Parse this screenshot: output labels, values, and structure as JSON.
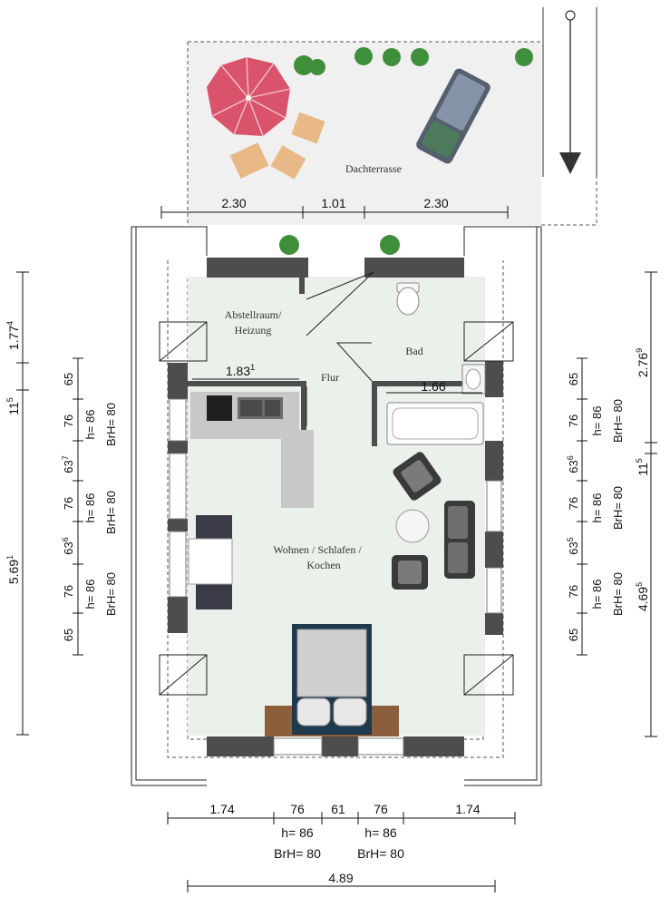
{
  "rooms": {
    "terrace": "Dachterrasse",
    "storage_line1": "Abstellraum/",
    "storage_line2": "Heizung",
    "hall": "Flur",
    "bath": "Bad",
    "living_line1": "Wohnen / Schlafen /",
    "living_line2": "Kochen"
  },
  "dimensions": {
    "terrace_left": "2.30",
    "terrace_mid": "1.01",
    "terrace_right": "2.30",
    "storage_width": "1.83",
    "storage_width_sup": "1",
    "bath_width": "1.66",
    "bottom_left": "1.74",
    "bottom_win1": "76",
    "bottom_pier": "61",
    "bottom_win2": "76",
    "bottom_right": "1.74",
    "bottom_h1": "h= 86",
    "bottom_brh1": "BrH= 80",
    "bottom_h2": "h= 86",
    "bottom_brh2": "BrH= 80",
    "overall_width": "4.89",
    "left_total": "5.69",
    "left_total_sup": "1",
    "left_upper": "1.77",
    "left_upper_sup": "4",
    "left_wall": "11",
    "left_wall_sup": "5",
    "left_seg": [
      "65",
      "76",
      "63",
      "76",
      "63",
      "76",
      "65"
    ],
    "left_seg_sup": [
      "",
      "",
      "7",
      "",
      "6",
      "",
      ""
    ],
    "left_h": [
      "h= 86",
      "h= 86",
      "h= 86"
    ],
    "left_brh": [
      "BrH= 80",
      "BrH= 80",
      "BrH= 80"
    ],
    "right_upper": "2.76",
    "right_upper_sup": "9",
    "right_wall": "11",
    "right_wall_sup": "5",
    "right_lower": "4.69",
    "right_lower_sup": "5",
    "right_seg": [
      "65",
      "76",
      "63",
      "76",
      "63",
      "76",
      "65"
    ],
    "right_seg_sup": [
      "",
      "",
      "6",
      "",
      "5",
      "",
      ""
    ],
    "right_h": [
      "h= 86",
      "h= 86",
      "h= 86"
    ],
    "right_brh": [
      "BrH= 80",
      "BrH= 80",
      "BrH= 80"
    ]
  },
  "colors": {
    "floor": "#e9f1ea",
    "wall": "#4d4d4d",
    "terrace": "#f0f0f0",
    "umbrella": "#d9536a",
    "counter": "#c8c8c8"
  },
  "icons": [
    "north-arrow-icon",
    "umbrella-icon",
    "plant-icon",
    "lounger-icon",
    "bed-icon",
    "sofa-icon",
    "armchair-icon",
    "bathtub-icon",
    "toilet-icon",
    "sink-icon",
    "stove-icon"
  ]
}
